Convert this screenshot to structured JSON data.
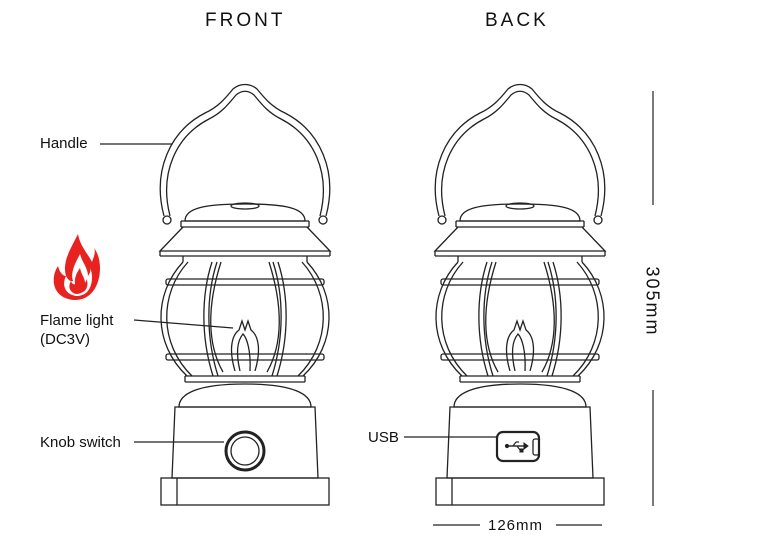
{
  "views": {
    "front_title": "FRONT",
    "back_title": "BACK"
  },
  "callouts": {
    "handle": "Handle",
    "flame_light_line1": "Flame light",
    "flame_light_line2": "(DC3V)",
    "knob_switch": "Knob switch",
    "usb": "USB"
  },
  "dimensions": {
    "height": "305mm",
    "width": "126mm"
  },
  "colors": {
    "line": "#222222",
    "flame_outer": "#e8231f",
    "flame_inner": "#ffffff"
  },
  "icons": [
    "flame-icon",
    "usb-port-icon"
  ]
}
